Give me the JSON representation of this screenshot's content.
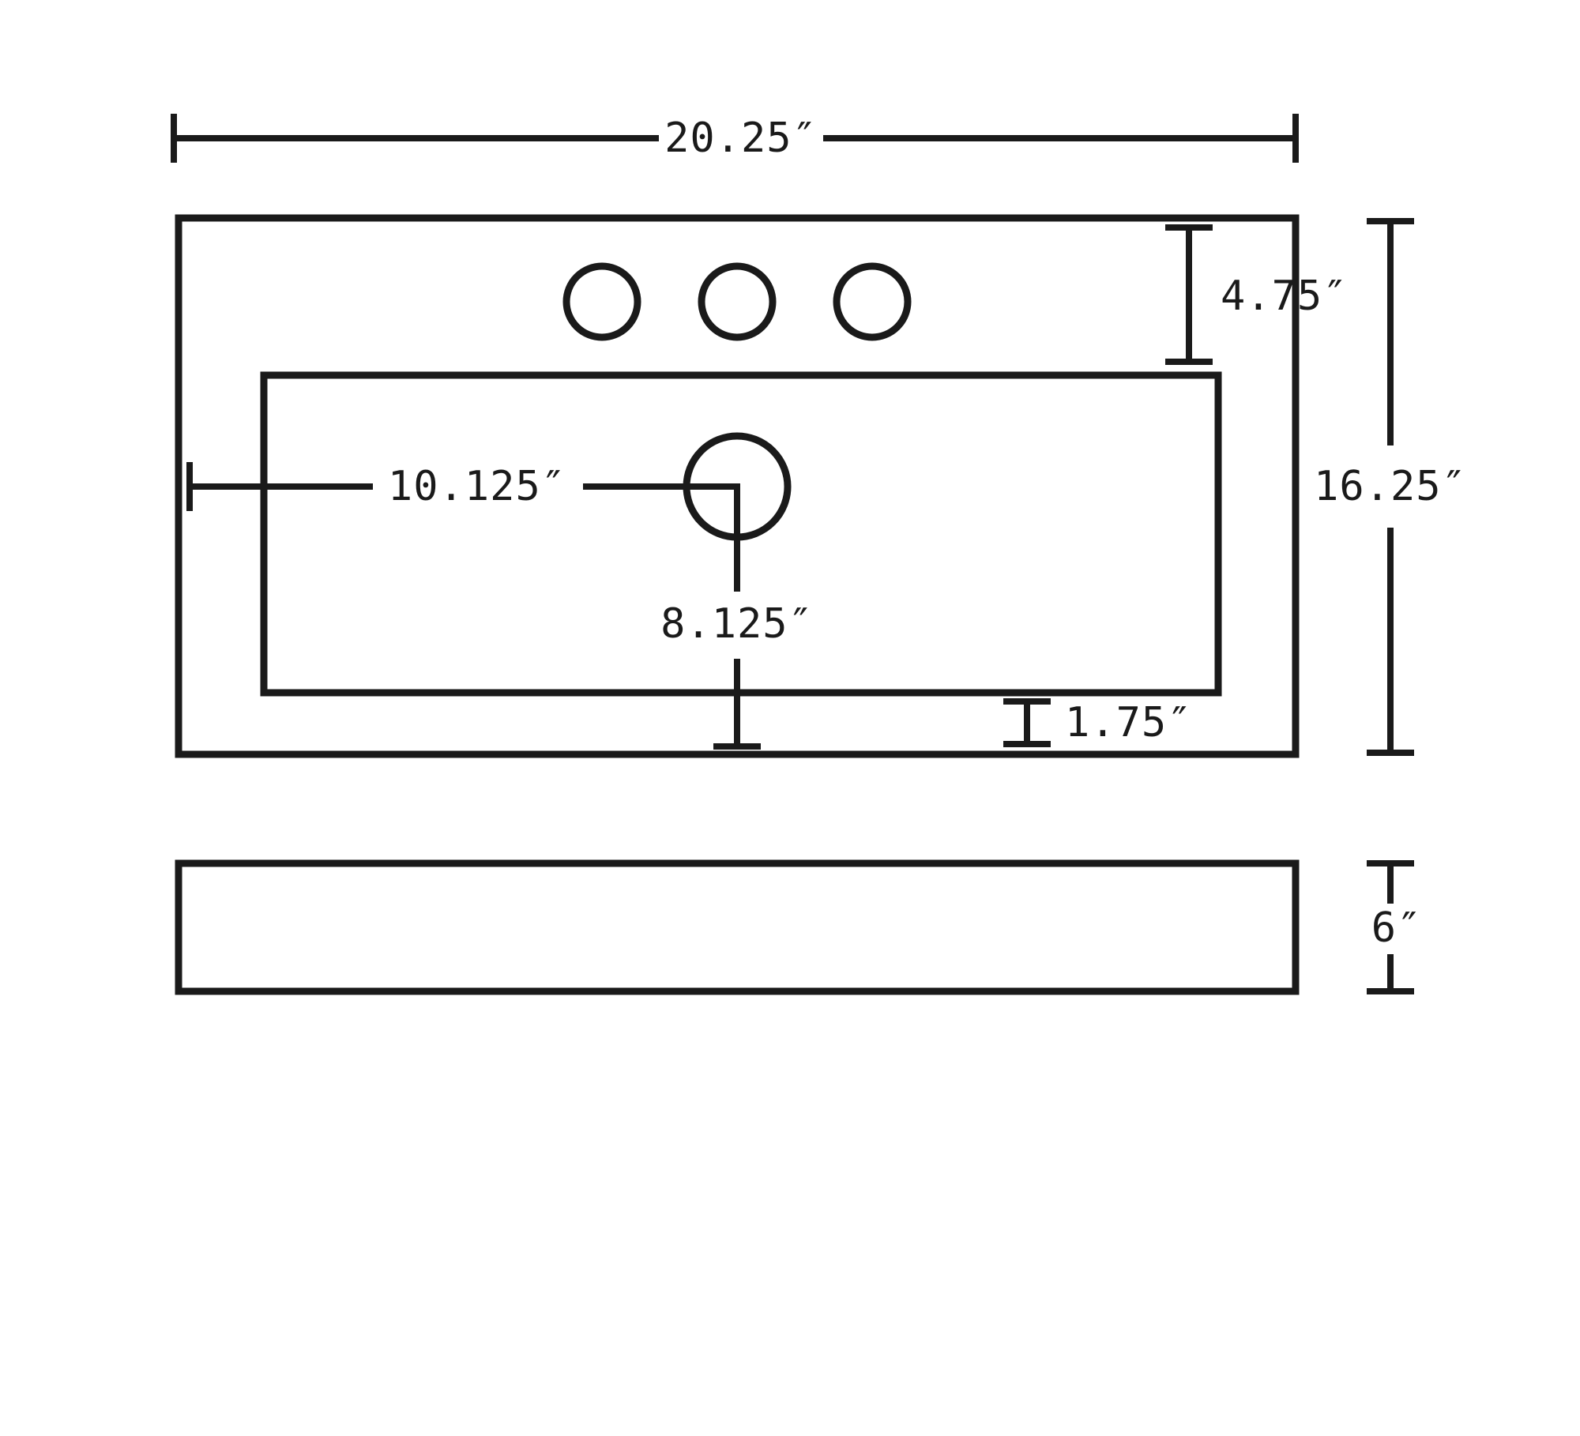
{
  "diagram": {
    "colors": {
      "line": "#1a1a1a",
      "background": "#ffffff"
    },
    "faucet_hole_count": 3,
    "labels": {
      "overall_width": "20.25″",
      "overall_depth": "16.25″",
      "faucet_offset": "4.75″",
      "drain_from_left": "10.125″",
      "drain_to_front": "8.125″",
      "basin_clearance": "1.75″",
      "side_height": "6″"
    }
  }
}
